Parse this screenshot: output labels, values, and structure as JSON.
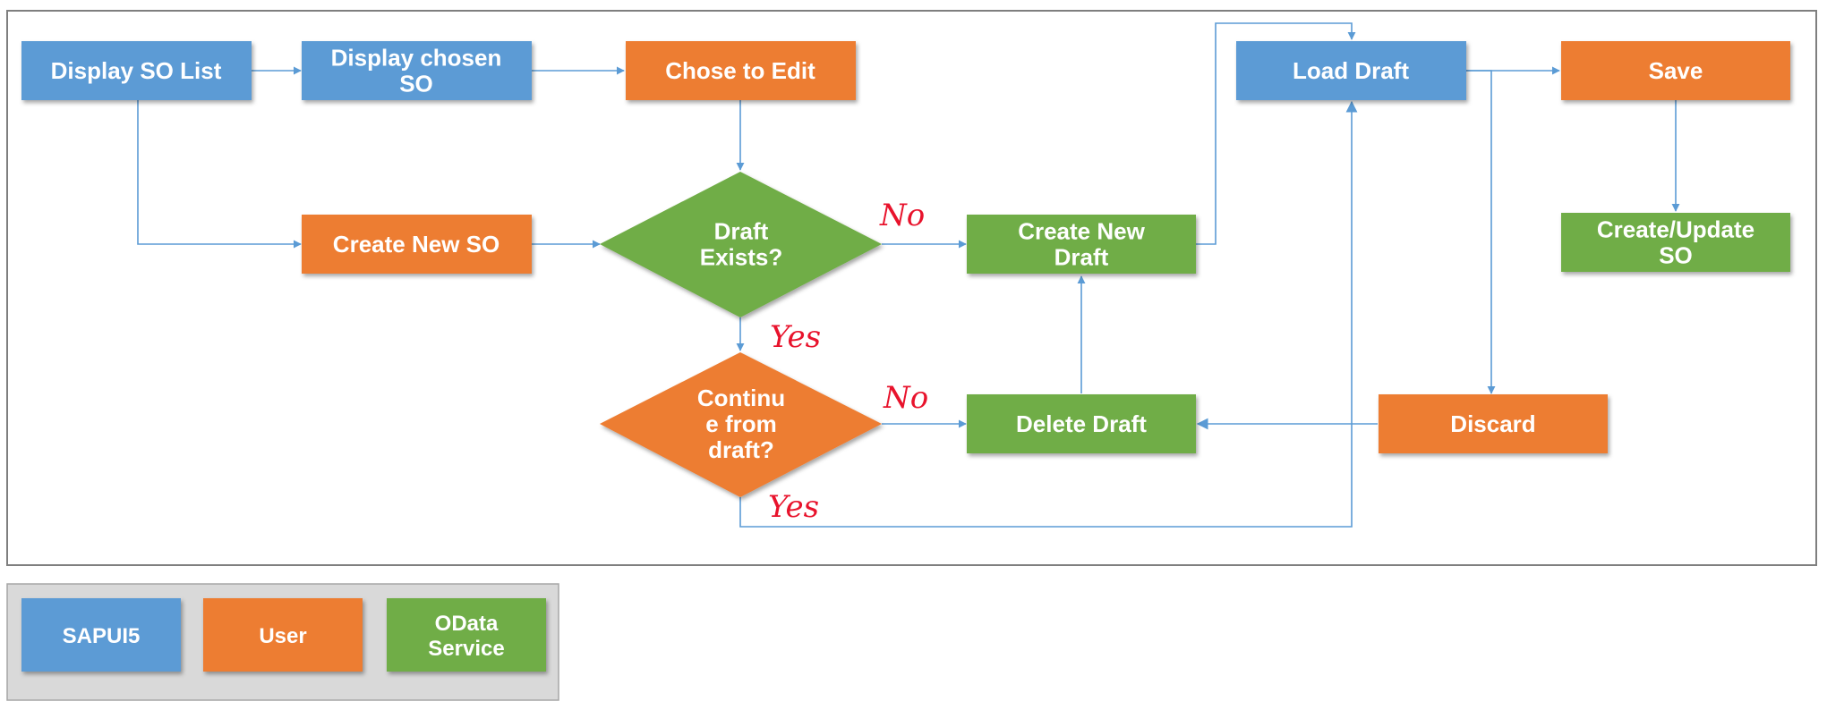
{
  "colors": {
    "sapui5": "#5b9bd5",
    "user": "#ed7d31",
    "odata": "#70ad47",
    "connector": "#5b9bd5",
    "annotation": "#e8132c"
  },
  "nodes": {
    "display_so_list": [
      "Display SO List"
    ],
    "display_chosen_so": [
      "Display chosen",
      "SO"
    ],
    "chose_to_edit": [
      "Chose to Edit"
    ],
    "create_new_so": [
      "Create New SO"
    ],
    "draft_exists": [
      "Draft",
      "Exists?"
    ],
    "continue_from_draft": [
      "Continu",
      "e from",
      "draft?"
    ],
    "create_new_draft": [
      "Create New",
      "Draft"
    ],
    "delete_draft": [
      "Delete Draft"
    ],
    "load_draft": [
      "Load Draft"
    ],
    "save": [
      "Save"
    ],
    "create_update_so": [
      "Create/Update",
      "SO"
    ],
    "discard": [
      "Discard"
    ]
  },
  "annotations": {
    "no_draft_exists": "No",
    "yes_draft_exists": "Yes",
    "no_continue": "No",
    "yes_continue": "Yes"
  },
  "legend": {
    "sapui5": [
      "SAPUI5"
    ],
    "user": [
      "User"
    ],
    "odata": [
      "OData",
      "Service"
    ]
  }
}
